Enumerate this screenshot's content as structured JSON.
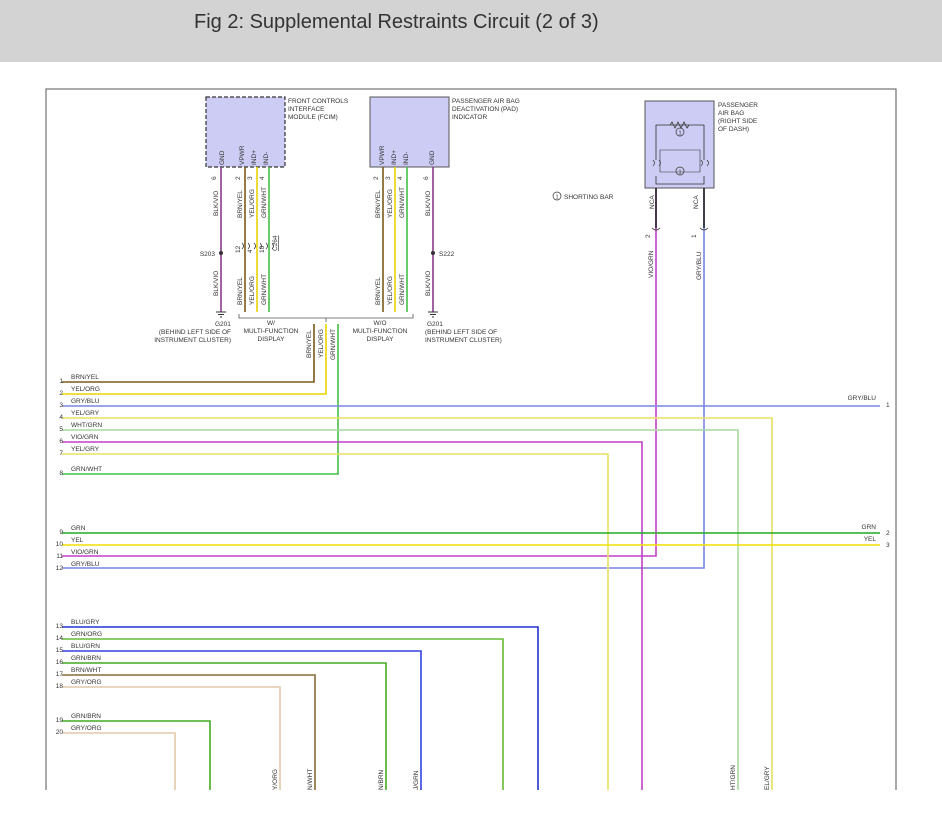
{
  "header": {
    "title": "Fig 2: Supplemental Restraints Circuit (2 of 3)"
  },
  "colors": {
    "BRN/YEL": "#7a5a1a",
    "YEL/ORG": "#e8d400",
    "GRY/BLU": "#7a86e0",
    "YEL/GRY": "#e8e060",
    "WHT/GRN": "#a8d8a0",
    "VIO/GRN": "#c040c8",
    "GRN/WHT": "#44c044",
    "GRN": "#22aa22",
    "YEL": "#f0e000",
    "BLU/GRY": "#2233cc",
    "GRN/ORG": "#66bb33",
    "BLU/GRN": "#3344dd",
    "GRN/BRN": "#44aa22",
    "BRN/WHT": "#8a6a3a",
    "GRY/ORG": "#e0c8a8",
    "BLK/VIO": "#8a3a8a",
    "NCA": "#222222"
  },
  "components": {
    "fcim": {
      "label_lines": [
        "FRONT CONTROLS",
        "INTERFACE",
        "MODULE (FCIM)"
      ],
      "pins": [
        "GND",
        "VPWR",
        "IND+",
        "IND-"
      ],
      "pin_numbers": [
        "6",
        "2",
        "3",
        "4"
      ]
    },
    "pad": {
      "label_lines": [
        "PASSENGER AIR BAG",
        "DEACTIVATION (PAD)",
        "INDICATOR"
      ],
      "pins": [
        "VPWR",
        "IND+",
        "IND-",
        "GND"
      ],
      "pin_numbers": [
        "2",
        "3",
        "4",
        "6"
      ]
    },
    "pab": {
      "label_lines": [
        "PASSENGER",
        "AIR BAG",
        "(RIGHT SIDE",
        "OF DASH)"
      ],
      "pins": [
        "NCA",
        "NCA"
      ],
      "pin_numbers": [
        "2",
        "1"
      ],
      "shorting_marker": "1"
    }
  },
  "legend": {
    "shorting_bar_label": "SHORTING BAR",
    "marker": "1"
  },
  "splices": {
    "left": "S203",
    "right": "S222"
  },
  "grounds": {
    "left": {
      "name": "G201",
      "note_lines": [
        "(BEHIND LEFT SIDE OF",
        "INSTRUMENT CLUSTER)"
      ]
    },
    "right": {
      "name": "G201",
      "note_lines": [
        "(BEHIND LEFT SIDE OF",
        "INSTRUMENT CLUSTER)"
      ]
    }
  },
  "connector": {
    "name": "C264",
    "pins": [
      "12",
      "4",
      "10"
    ]
  },
  "options": {
    "with_mfd": [
      "W/",
      "MULTI-FUNCTION",
      "DISPLAY"
    ],
    "without_mfd": [
      "W/O",
      "MULTI-FUNCTION",
      "DISPLAY"
    ]
  },
  "wire_labels": {
    "fcim_upper": [
      "BLK/VIO",
      "BRN/YEL",
      "YEL/ORG",
      "GRN/WHT"
    ],
    "fcim_lower": [
      "BLK/VIO",
      "BRN/YEL",
      "YEL/ORG",
      "GRN/WHT"
    ],
    "pad_upper": [
      "BRN/YEL",
      "YEL/ORG",
      "GRN/WHT",
      "BLK/VIO"
    ],
    "pad_lower": [
      "BRN/YEL",
      "YEL/ORG",
      "GRN/WHT",
      "BLK/VIO"
    ],
    "mfd_merge": [
      "BRN/YEL",
      "YEL/ORG",
      "GRN/WHT"
    ],
    "pab": [
      "VIO/GRN",
      "GRY/BLU"
    ]
  },
  "left_pins": [
    {
      "n": "1",
      "color": "BRN/YEL"
    },
    {
      "n": "2",
      "color": "YEL/ORG"
    },
    {
      "n": "3",
      "color": "GRY/BLU"
    },
    {
      "n": "4",
      "color": "YEL/GRY"
    },
    {
      "n": "5",
      "color": "WHT/GRN"
    },
    {
      "n": "6",
      "color": "VIO/GRN"
    },
    {
      "n": "7",
      "color": "YEL/GRY"
    },
    {
      "n": "8",
      "color": "GRN/WHT"
    },
    {
      "n": "9",
      "color": "GRN"
    },
    {
      "n": "10",
      "color": "YEL"
    },
    {
      "n": "11",
      "color": "VIO/GRN"
    },
    {
      "n": "12",
      "color": "GRY/BLU"
    },
    {
      "n": "13",
      "color": "BLU/GRY"
    },
    {
      "n": "14",
      "color": "GRN/ORG"
    },
    {
      "n": "15",
      "color": "BLU/GRN"
    },
    {
      "n": "16",
      "color": "GRN/BRN"
    },
    {
      "n": "17",
      "color": "BRN/WHT"
    },
    {
      "n": "18",
      "color": "GRY/ORG"
    },
    {
      "n": "19",
      "color": "GRN/BRN"
    },
    {
      "n": "20",
      "color": "GRY/ORG"
    }
  ],
  "right_pins": [
    {
      "n": "1",
      "color": "GRY/BLU"
    },
    {
      "n": "2",
      "color": "GRN"
    },
    {
      "n": "3",
      "color": "YEL"
    }
  ],
  "bottom_labels": [
    "Y/ORG",
    "N/WHT",
    "N/BRN",
    "J/GRN",
    "HT/GRN",
    "EL/GRY"
  ]
}
